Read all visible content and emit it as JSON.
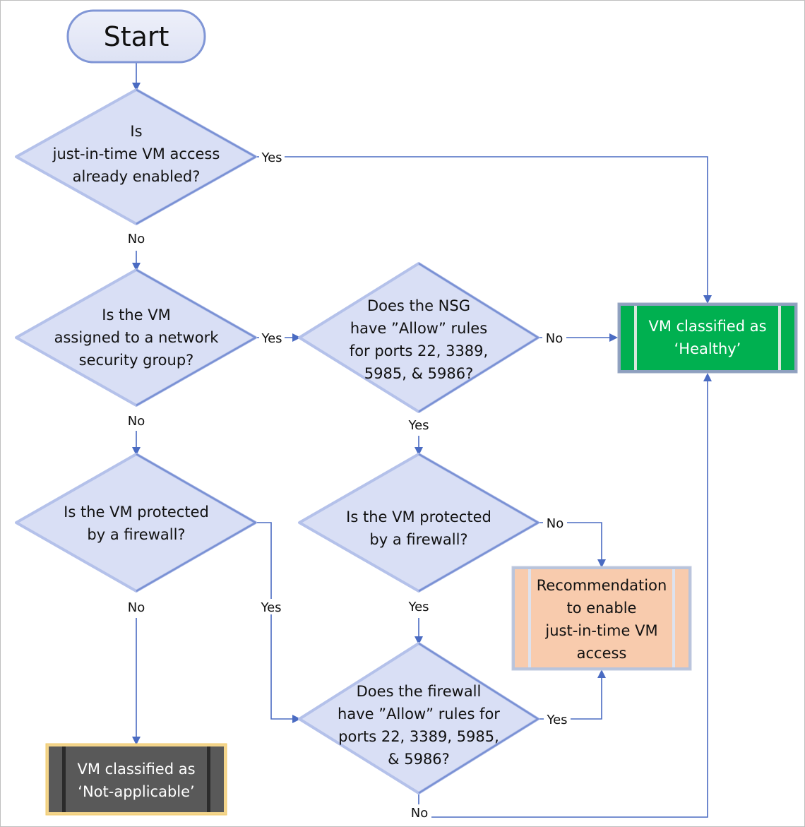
{
  "nodes": {
    "start": {
      "lines": [
        "Start"
      ]
    },
    "q_jit": {
      "lines": [
        "Is",
        "just-in-time VM access",
        "already enabled?"
      ]
    },
    "q_nsg": {
      "lines": [
        "Is the VM",
        "assigned to a network",
        "security group?"
      ]
    },
    "q_nsg_rules": {
      "lines": [
        "Does the NSG",
        "have ”Allow” rules",
        "for ports 22, 3389,",
        "5985, & 5986?"
      ]
    },
    "q_fw_left": {
      "lines": [
        "Is the VM protected",
        "by a firewall?"
      ]
    },
    "q_fw_mid": {
      "lines": [
        "Is the VM protected",
        "by a firewall?"
      ]
    },
    "q_fw_rules": {
      "lines": [
        "Does the firewall",
        "have ”Allow” rules for",
        "ports 22, 3389, 5985,",
        "& 5986?"
      ]
    },
    "healthy": {
      "lines": [
        "VM classified as",
        "‘Healthy’"
      ]
    },
    "recommend": {
      "lines": [
        "Recommendation",
        "to enable",
        "just-in-time VM",
        "access"
      ]
    },
    "not_applicable": {
      "lines": [
        "VM classified as",
        "‘Not-applicable’"
      ]
    }
  },
  "labels": {
    "yes": "Yes",
    "no": "No"
  },
  "colors": {
    "decision_fill": "#d9dff5",
    "decision_stroke": "#b4c1ea",
    "arrow": "#4a6bc2",
    "healthy_fill": "#00b050",
    "recommend_fill": "#f8cbad",
    "not_applicable_fill": "#595959",
    "not_applicable_border": "#e8b44a"
  }
}
